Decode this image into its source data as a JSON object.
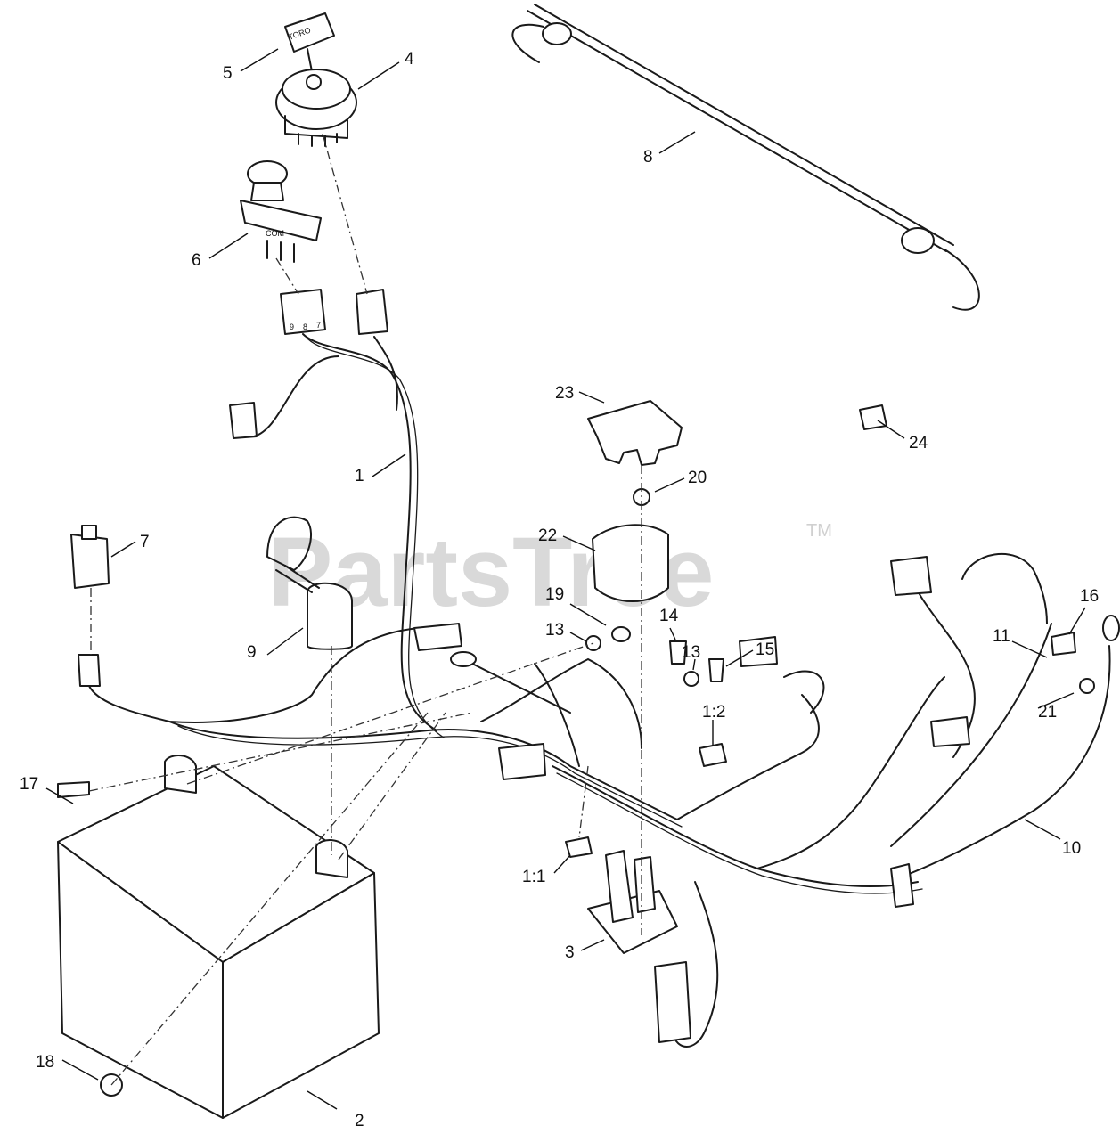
{
  "watermark": {
    "text": "PartsTree",
    "trademark": "TM"
  },
  "key_label": "TORO",
  "switch_label": "COM",
  "connector_pins": [
    "9",
    "8",
    "7"
  ],
  "callouts": [
    {
      "id": "c1",
      "label": "1"
    },
    {
      "id": "c2",
      "label": "2"
    },
    {
      "id": "c3",
      "label": "3"
    },
    {
      "id": "c4",
      "label": "4"
    },
    {
      "id": "c5",
      "label": "5"
    },
    {
      "id": "c6",
      "label": "6"
    },
    {
      "id": "c7",
      "label": "7"
    },
    {
      "id": "c8",
      "label": "8"
    },
    {
      "id": "c9",
      "label": "9"
    },
    {
      "id": "c10",
      "label": "10"
    },
    {
      "id": "c11",
      "label": "11"
    },
    {
      "id": "c13a",
      "label": "13"
    },
    {
      "id": "c13b",
      "label": "13"
    },
    {
      "id": "c14",
      "label": "14"
    },
    {
      "id": "c15",
      "label": "15"
    },
    {
      "id": "c16",
      "label": "16"
    },
    {
      "id": "c17",
      "label": "17"
    },
    {
      "id": "c18",
      "label": "18"
    },
    {
      "id": "c19",
      "label": "19"
    },
    {
      "id": "c20",
      "label": "20"
    },
    {
      "id": "c21",
      "label": "21"
    },
    {
      "id": "c22",
      "label": "22"
    },
    {
      "id": "c23",
      "label": "23"
    },
    {
      "id": "c24",
      "label": "24"
    },
    {
      "id": "c11b",
      "label": "1:1"
    },
    {
      "id": "c12b",
      "label": "1:2"
    }
  ]
}
